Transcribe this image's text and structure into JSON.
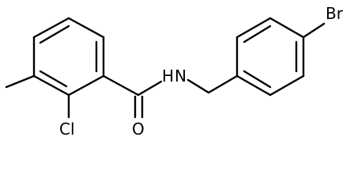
{
  "molecule": {
    "labels": {
      "bromine": "Br",
      "chlorine": "Cl",
      "nitrogen_hydrogen": "H",
      "nitrogen": "N",
      "oxygen": "O"
    },
    "colors": {
      "bond": "#000000",
      "label": "#000000",
      "background": "#ffffff"
    }
  }
}
